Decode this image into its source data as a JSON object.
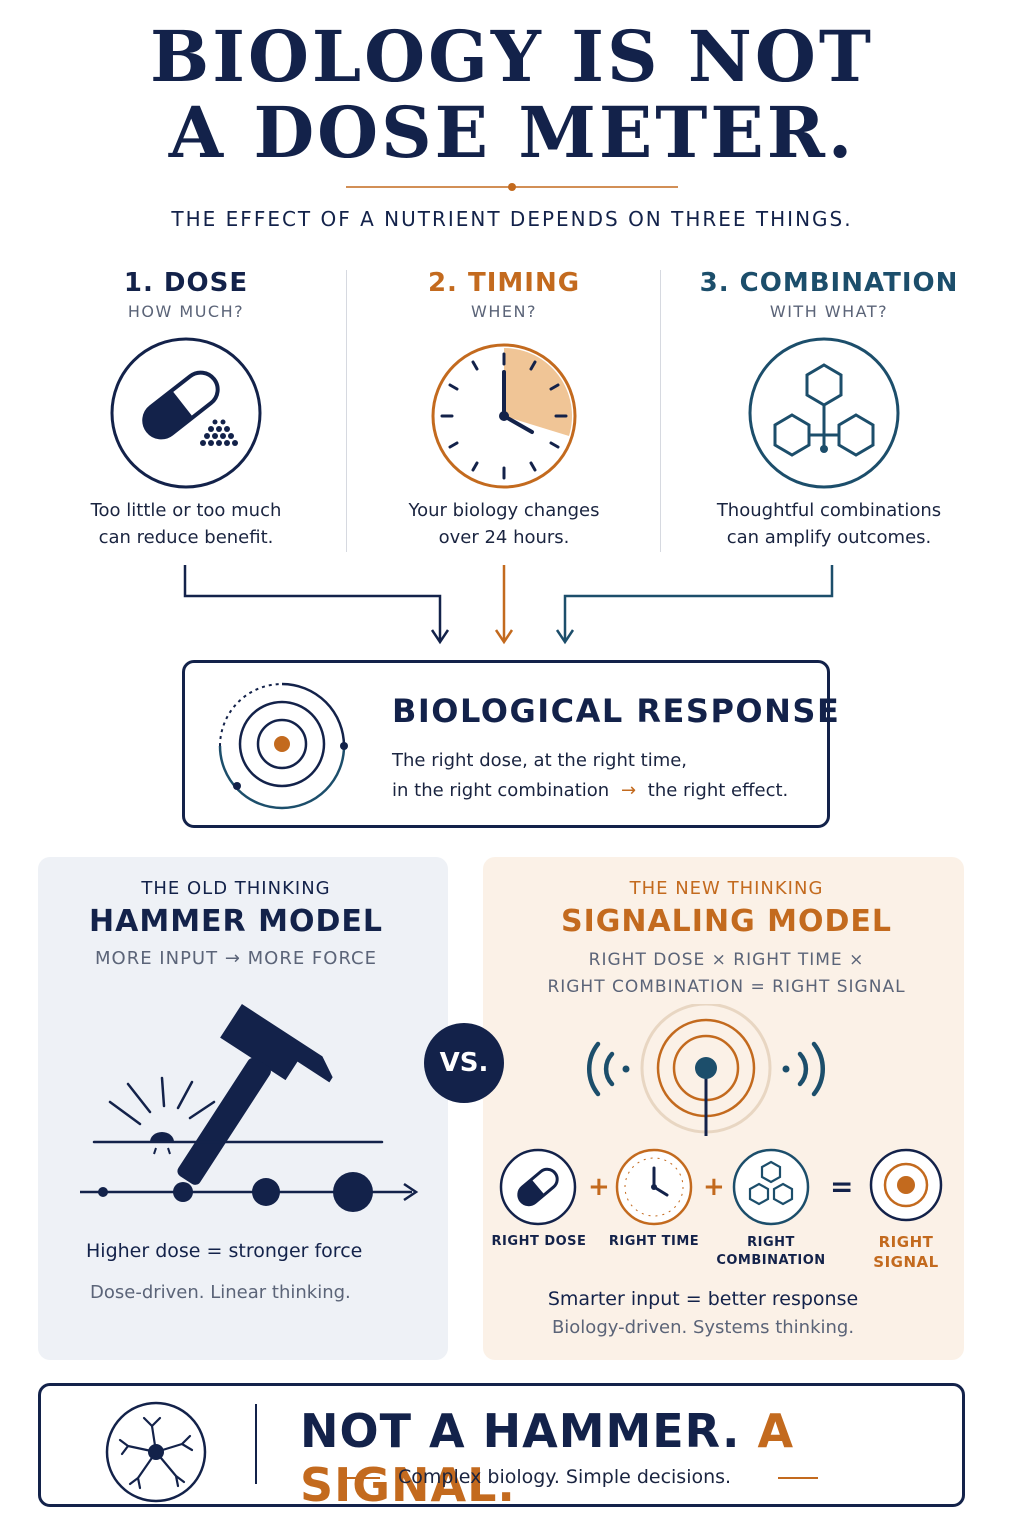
{
  "header": {
    "title_line1": "BIOLOGY IS NOT",
    "title_line2": "A DOSE METER.",
    "subtitle": "THE EFFECT OF A NUTRIENT DEPENDS ON THREE THINGS."
  },
  "factors": [
    {
      "number": "1.",
      "name": "DOSE",
      "question": "HOW MUCH?",
      "desc_line1": "Too little or too much",
      "desc_line2": "can reduce benefit.",
      "icon": "pill-powder-icon"
    },
    {
      "number": "2.",
      "name": "TIMING",
      "question": "WHEN?",
      "desc_line1": "Your biology changes",
      "desc_line2": "over 24 hours.",
      "icon": "clock-icon"
    },
    {
      "number": "3.",
      "name": "COMBINATION",
      "question": "WITH WHAT?",
      "desc_line1": "Thoughtful combinations",
      "desc_line2": "can amplify outcomes.",
      "icon": "molecule-icon"
    }
  ],
  "response": {
    "title": "BIOLOGICAL RESPONSE",
    "line1": "The right dose, at the right time,",
    "line2_start": "in the right combination",
    "arrow": "→",
    "line2_end": "the right effect."
  },
  "old_model": {
    "eyebrow": "THE OLD THINKING",
    "title": "HAMMER MODEL",
    "formula": "MORE INPUT → MORE FORCE",
    "caption": "Higher dose = stronger force",
    "note": "Dose-driven. Linear thinking."
  },
  "vs_label": "VS.",
  "new_model": {
    "eyebrow": "THE NEW THINKING",
    "title": "SIGNALING MODEL",
    "formula_line1": "RIGHT DOSE × RIGHT TIME ×",
    "formula_line2": "RIGHT COMBINATION = RIGHT SIGNAL",
    "eq_plus": "+",
    "eq_equals": "=",
    "eq_dose": "RIGHT DOSE",
    "eq_time": "RIGHT TIME",
    "eq_combo_line1": "RIGHT",
    "eq_combo_line2": "COMBINATION",
    "eq_signal_line1": "RIGHT",
    "eq_signal_line2": "SIGNAL",
    "caption": "Smarter input = better response",
    "note": "Biology-driven. Systems thinking."
  },
  "footer": {
    "title_part1": "NOT A HAMMER.",
    "title_part2": "A SIGNAL.",
    "subtitle": "Complex biology. Simple decisions."
  },
  "colors": {
    "navy": "#13224a",
    "orange": "#c36a1e",
    "teal": "#1c4e6b",
    "old_panel_bg": "#eef1f6",
    "new_panel_bg": "#fbf1e7"
  }
}
